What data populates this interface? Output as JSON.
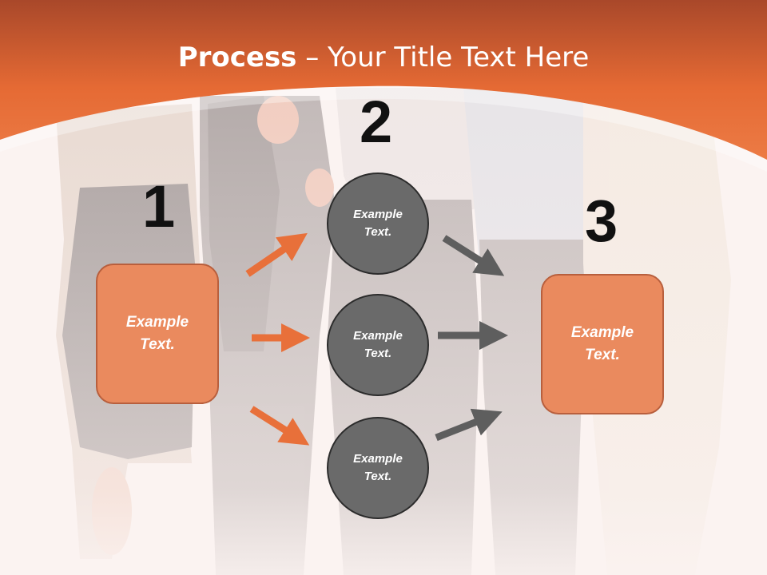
{
  "header": {
    "title_bold": "Process",
    "title_rest": " – Your Title Text Here"
  },
  "steps": {
    "step1": {
      "number": "1",
      "label": "Example Text."
    },
    "step2": {
      "number": "2",
      "items": [
        {
          "label": "Example Text."
        },
        {
          "label": "Example Text."
        },
        {
          "label": "Example Text."
        }
      ]
    },
    "step3": {
      "number": "3",
      "label": "Example Text."
    }
  },
  "colors": {
    "accent_orange": "#e8703a",
    "box_orange": "#ea8a5e",
    "circle_gray": "#6a6a6a",
    "arrow_gray": "#5e5e5e"
  }
}
